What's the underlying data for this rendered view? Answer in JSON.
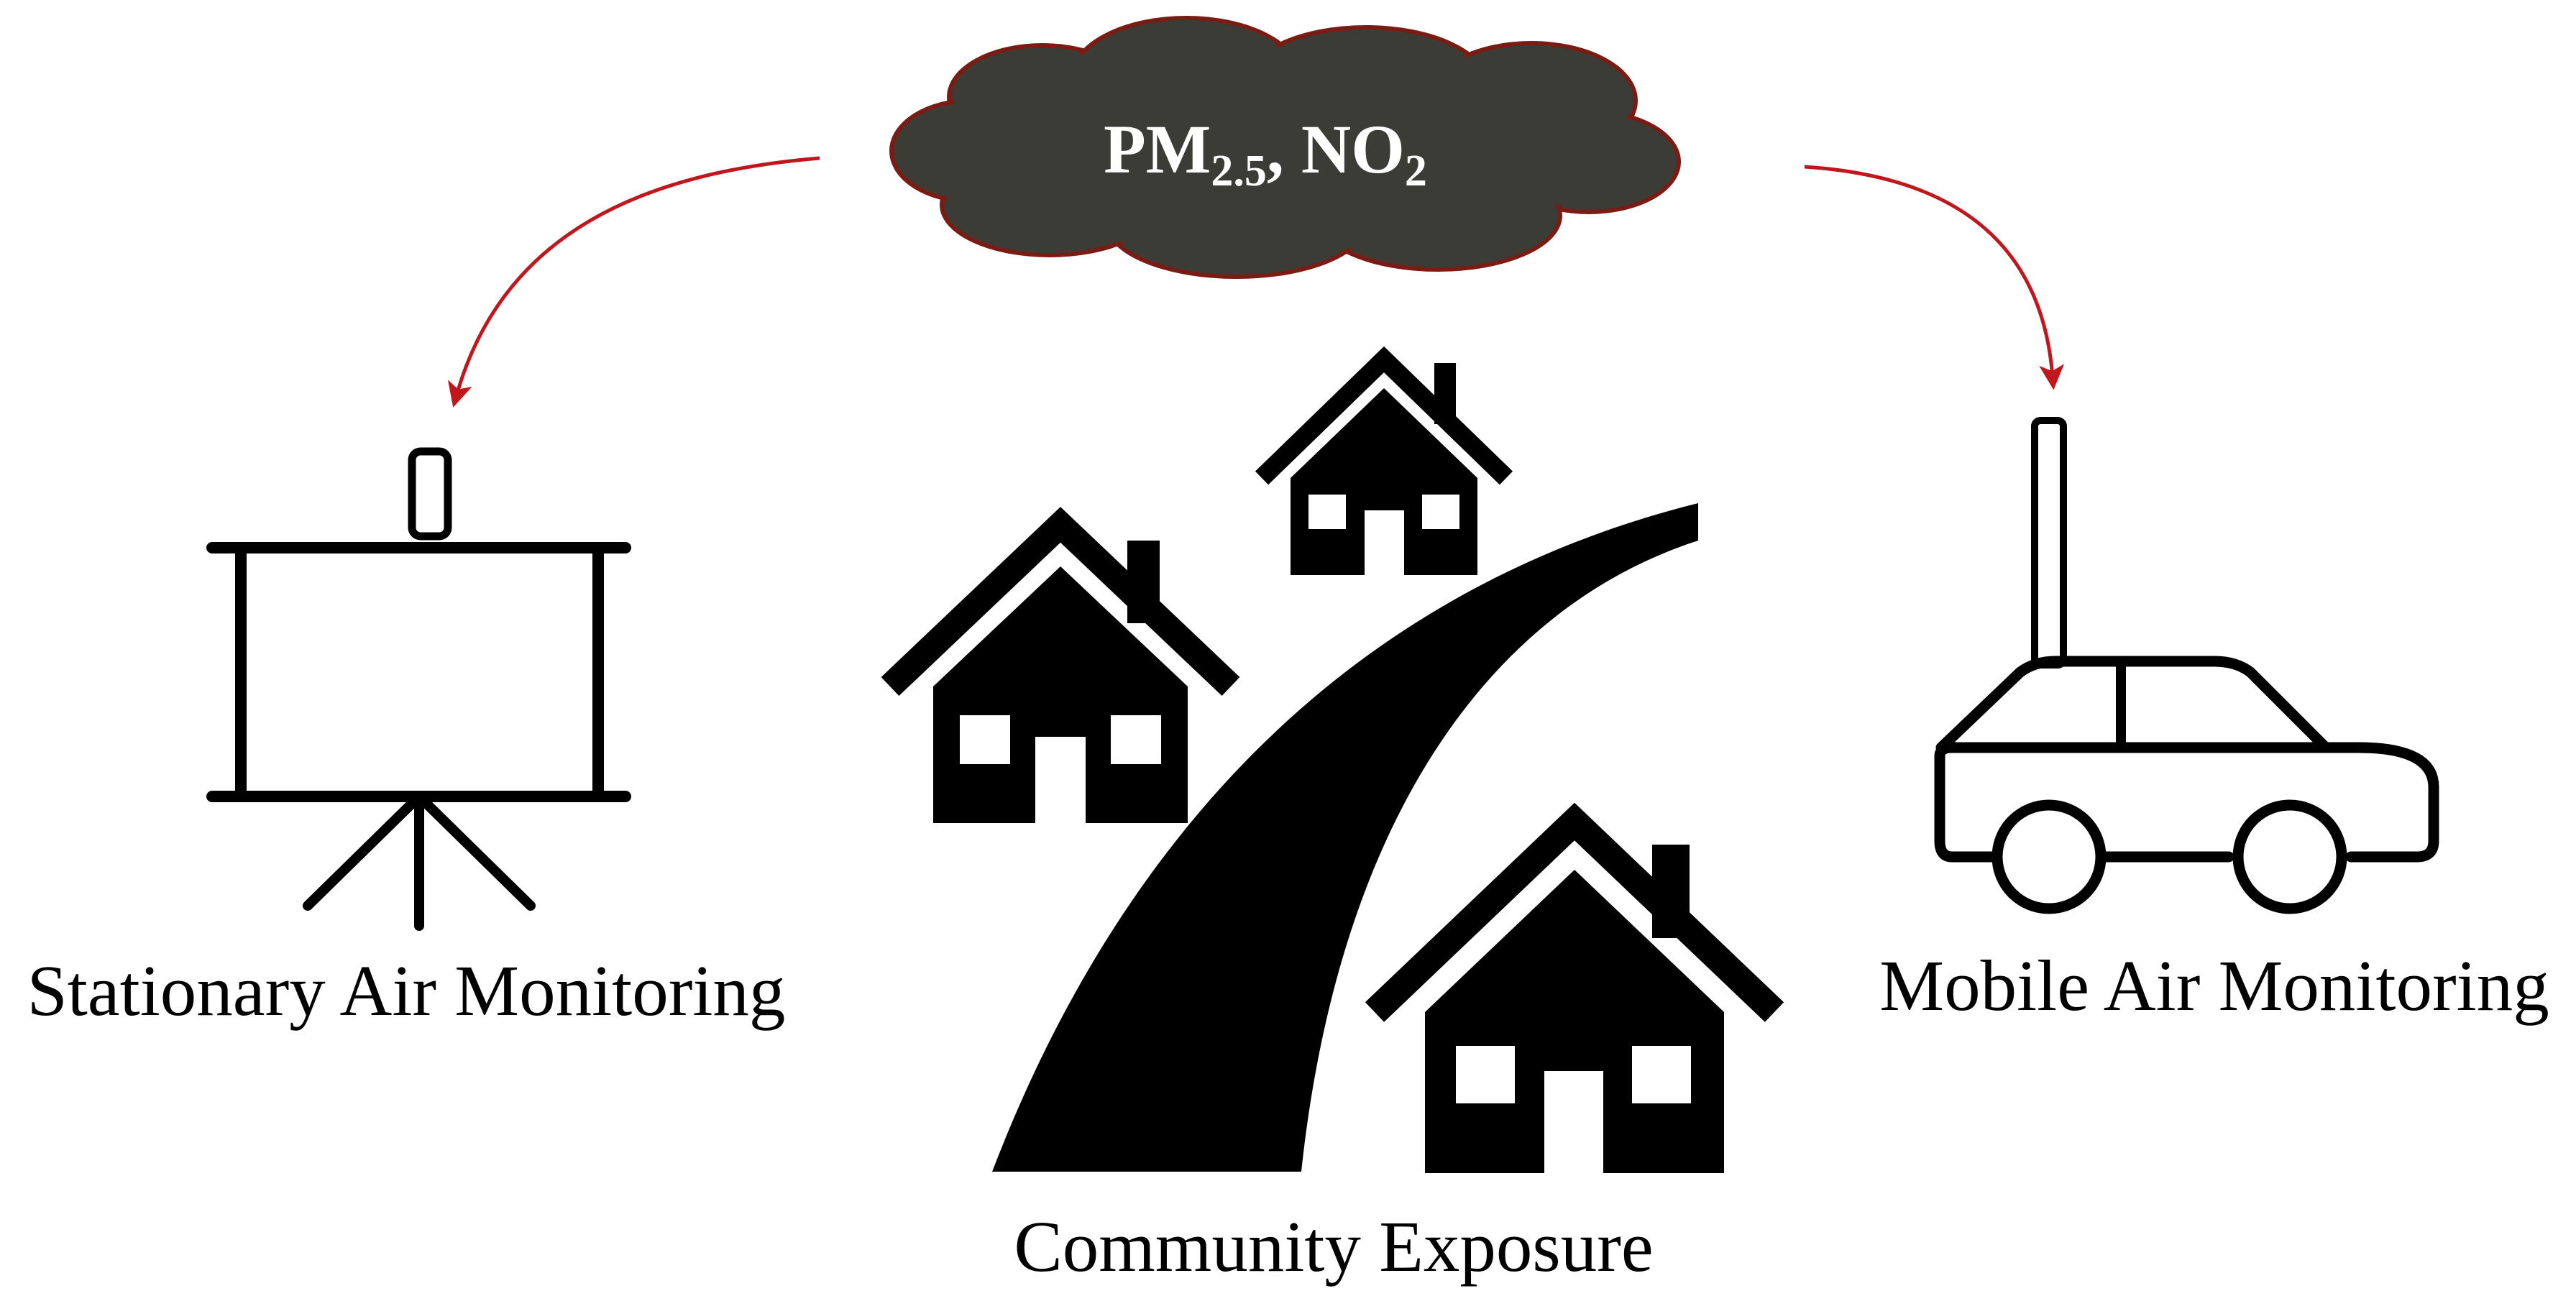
{
  "pollutant": {
    "pm_main": "PM",
    "pm_sub": "2.5",
    "separator": ", ",
    "no_main": "NO",
    "no_sub": "2"
  },
  "labels": {
    "stationary": "Stationary Air Monitoring",
    "community": "Community Exposure",
    "mobile": "Mobile Air Monitoring"
  },
  "icons": {
    "cloud": "pollution-cloud-icon",
    "stationary": "stationary-monitor-icon",
    "houses": "house-icon",
    "road": "road-icon",
    "car": "car-icon"
  },
  "colors": {
    "cloud_fill": "#3c3c36",
    "cloud_outline": "#7a1c14",
    "arrow": "#c0161c",
    "icon": "#000000",
    "text_on_cloud": "#ffffff"
  }
}
